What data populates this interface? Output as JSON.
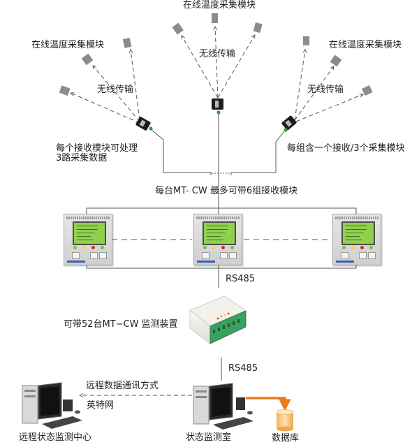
{
  "title": "在线温度监测系统结构图",
  "labels": {
    "sensor_group_left": "在线温度采集模块",
    "sensor_group_top": "在线温度采集模块",
    "sensor_group_right": "在线温度采集模块",
    "wireless_left": "无线传输",
    "wireless_top": "无线传输",
    "wireless_right": "无线传输",
    "receiver_note_line1": "每个接收模块可处理",
    "receiver_note_line2": "3路采集数据",
    "group_note": "每组含一个接收/3个采集模块",
    "mtcw_capacity": "每台MT- CW  最多可带6组接收模块",
    "rs485_upper": "RS485",
    "converter_note": "可带52台MT−CW 监测装置",
    "rs485_lower": "RS485",
    "remote_comm": "远程数据通讯方式",
    "internet": "英特网",
    "remote_center": "远程状态监测中心",
    "monitor_room": "状态监测室",
    "database": "数据库"
  },
  "nodes": {
    "sensor_modules": 9,
    "receiver_modules": 3,
    "mtcw_units_shown": 3,
    "converter": "RS485 communication converter",
    "computers": [
      "远程状态监测中心",
      "状态监测室"
    ],
    "database": "数据库"
  },
  "colors": {
    "line": "#555555",
    "sensor": "#8c8c8c",
    "lcd": "#8fd14f",
    "db_arrow": "#f07a12",
    "db_fill": "#f6c779"
  }
}
